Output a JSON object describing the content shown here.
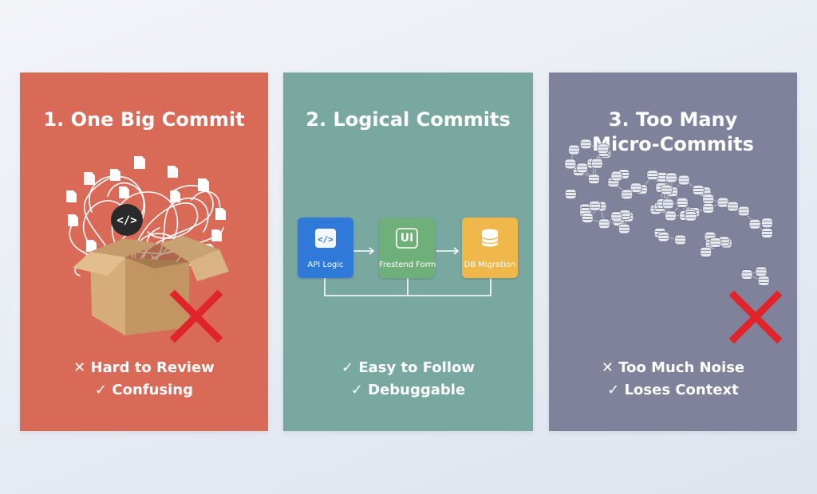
{
  "panels": [
    {
      "title_lines": [
        "1. One Big Commit"
      ],
      "bullets": [
        "✕ Hard to Review",
        "✓ Confusing"
      ],
      "icon": "code-icon",
      "color": "#d96a58"
    },
    {
      "title_lines": [
        "2. Logical Commits"
      ],
      "bullets": [
        "✓ Easy to Follow",
        "✓ Debuggable"
      ],
      "color": "#79a8a1",
      "blocks": [
        {
          "label": "API Logic",
          "icon": "code-icon",
          "color": "#2f7ad8"
        },
        {
          "label": "Frestend Form",
          "icon_text": "UI",
          "icon": "ui-icon",
          "color": "#6fb07a"
        },
        {
          "label": "DB Migration",
          "icon": "database-icon",
          "color": "#f0b84a"
        }
      ]
    },
    {
      "title_lines": [
        "3. Too Many",
        "Micro-Commits"
      ],
      "bullets": [
        "✕ Too Much Noise",
        "✓ Loses Context"
      ],
      "color": "#7f829a"
    }
  ],
  "colors": {
    "cross": "#e0252a"
  }
}
